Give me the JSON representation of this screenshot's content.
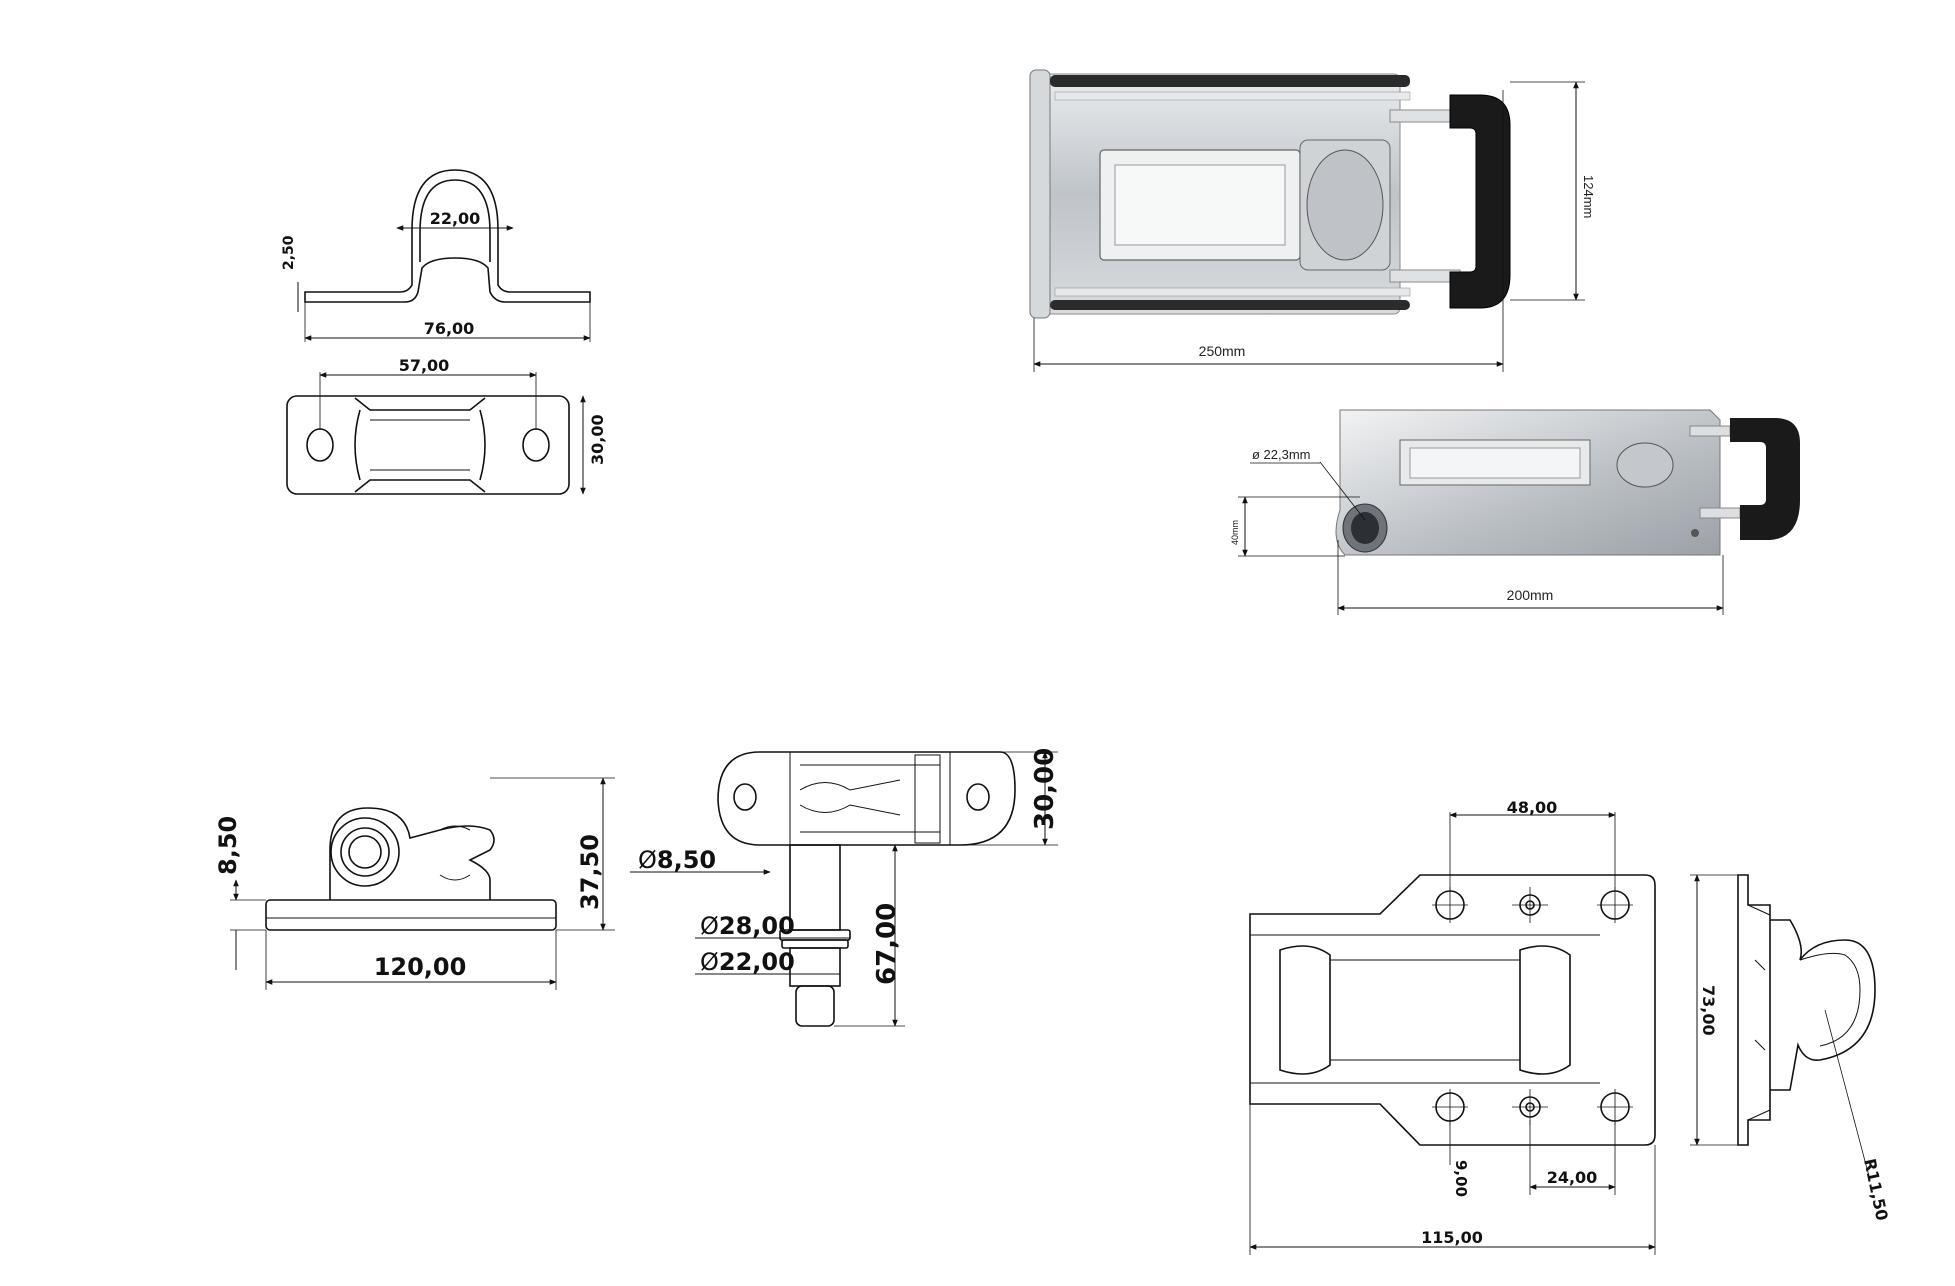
{
  "colors": {
    "steel": "#c9cdd1",
    "steel_dark": "#8d9298",
    "rubber": "#1a1a1a",
    "line": "#111111"
  },
  "drawings": {
    "eye_plate": {
      "width": "22,00",
      "thickness": "2,50",
      "length": "76,00",
      "hole_spacing": "57,00",
      "height": "30,00"
    },
    "lever_lock": {
      "height": "124mm",
      "length": "250mm"
    },
    "lever_lock_side": {
      "diameter": "ø 22,3mm",
      "height": "40mm",
      "length": "200mm"
    },
    "bolt_side": {
      "base_height": "8,50",
      "height": "37,50",
      "length": "120,00"
    },
    "bolt_front": {
      "width": "30,00",
      "hole_diameter": "8,50",
      "collar_diameter": "28,00",
      "pin_diameter": "22,00",
      "pin_length": "67,00"
    },
    "hasp_plate": {
      "hole_spacing_top": "48,00",
      "hole_diameter": "9,00",
      "hole_spacing_bottom": "24,00",
      "length": "115,00",
      "height": "73,00",
      "radius": "R11,50"
    }
  }
}
